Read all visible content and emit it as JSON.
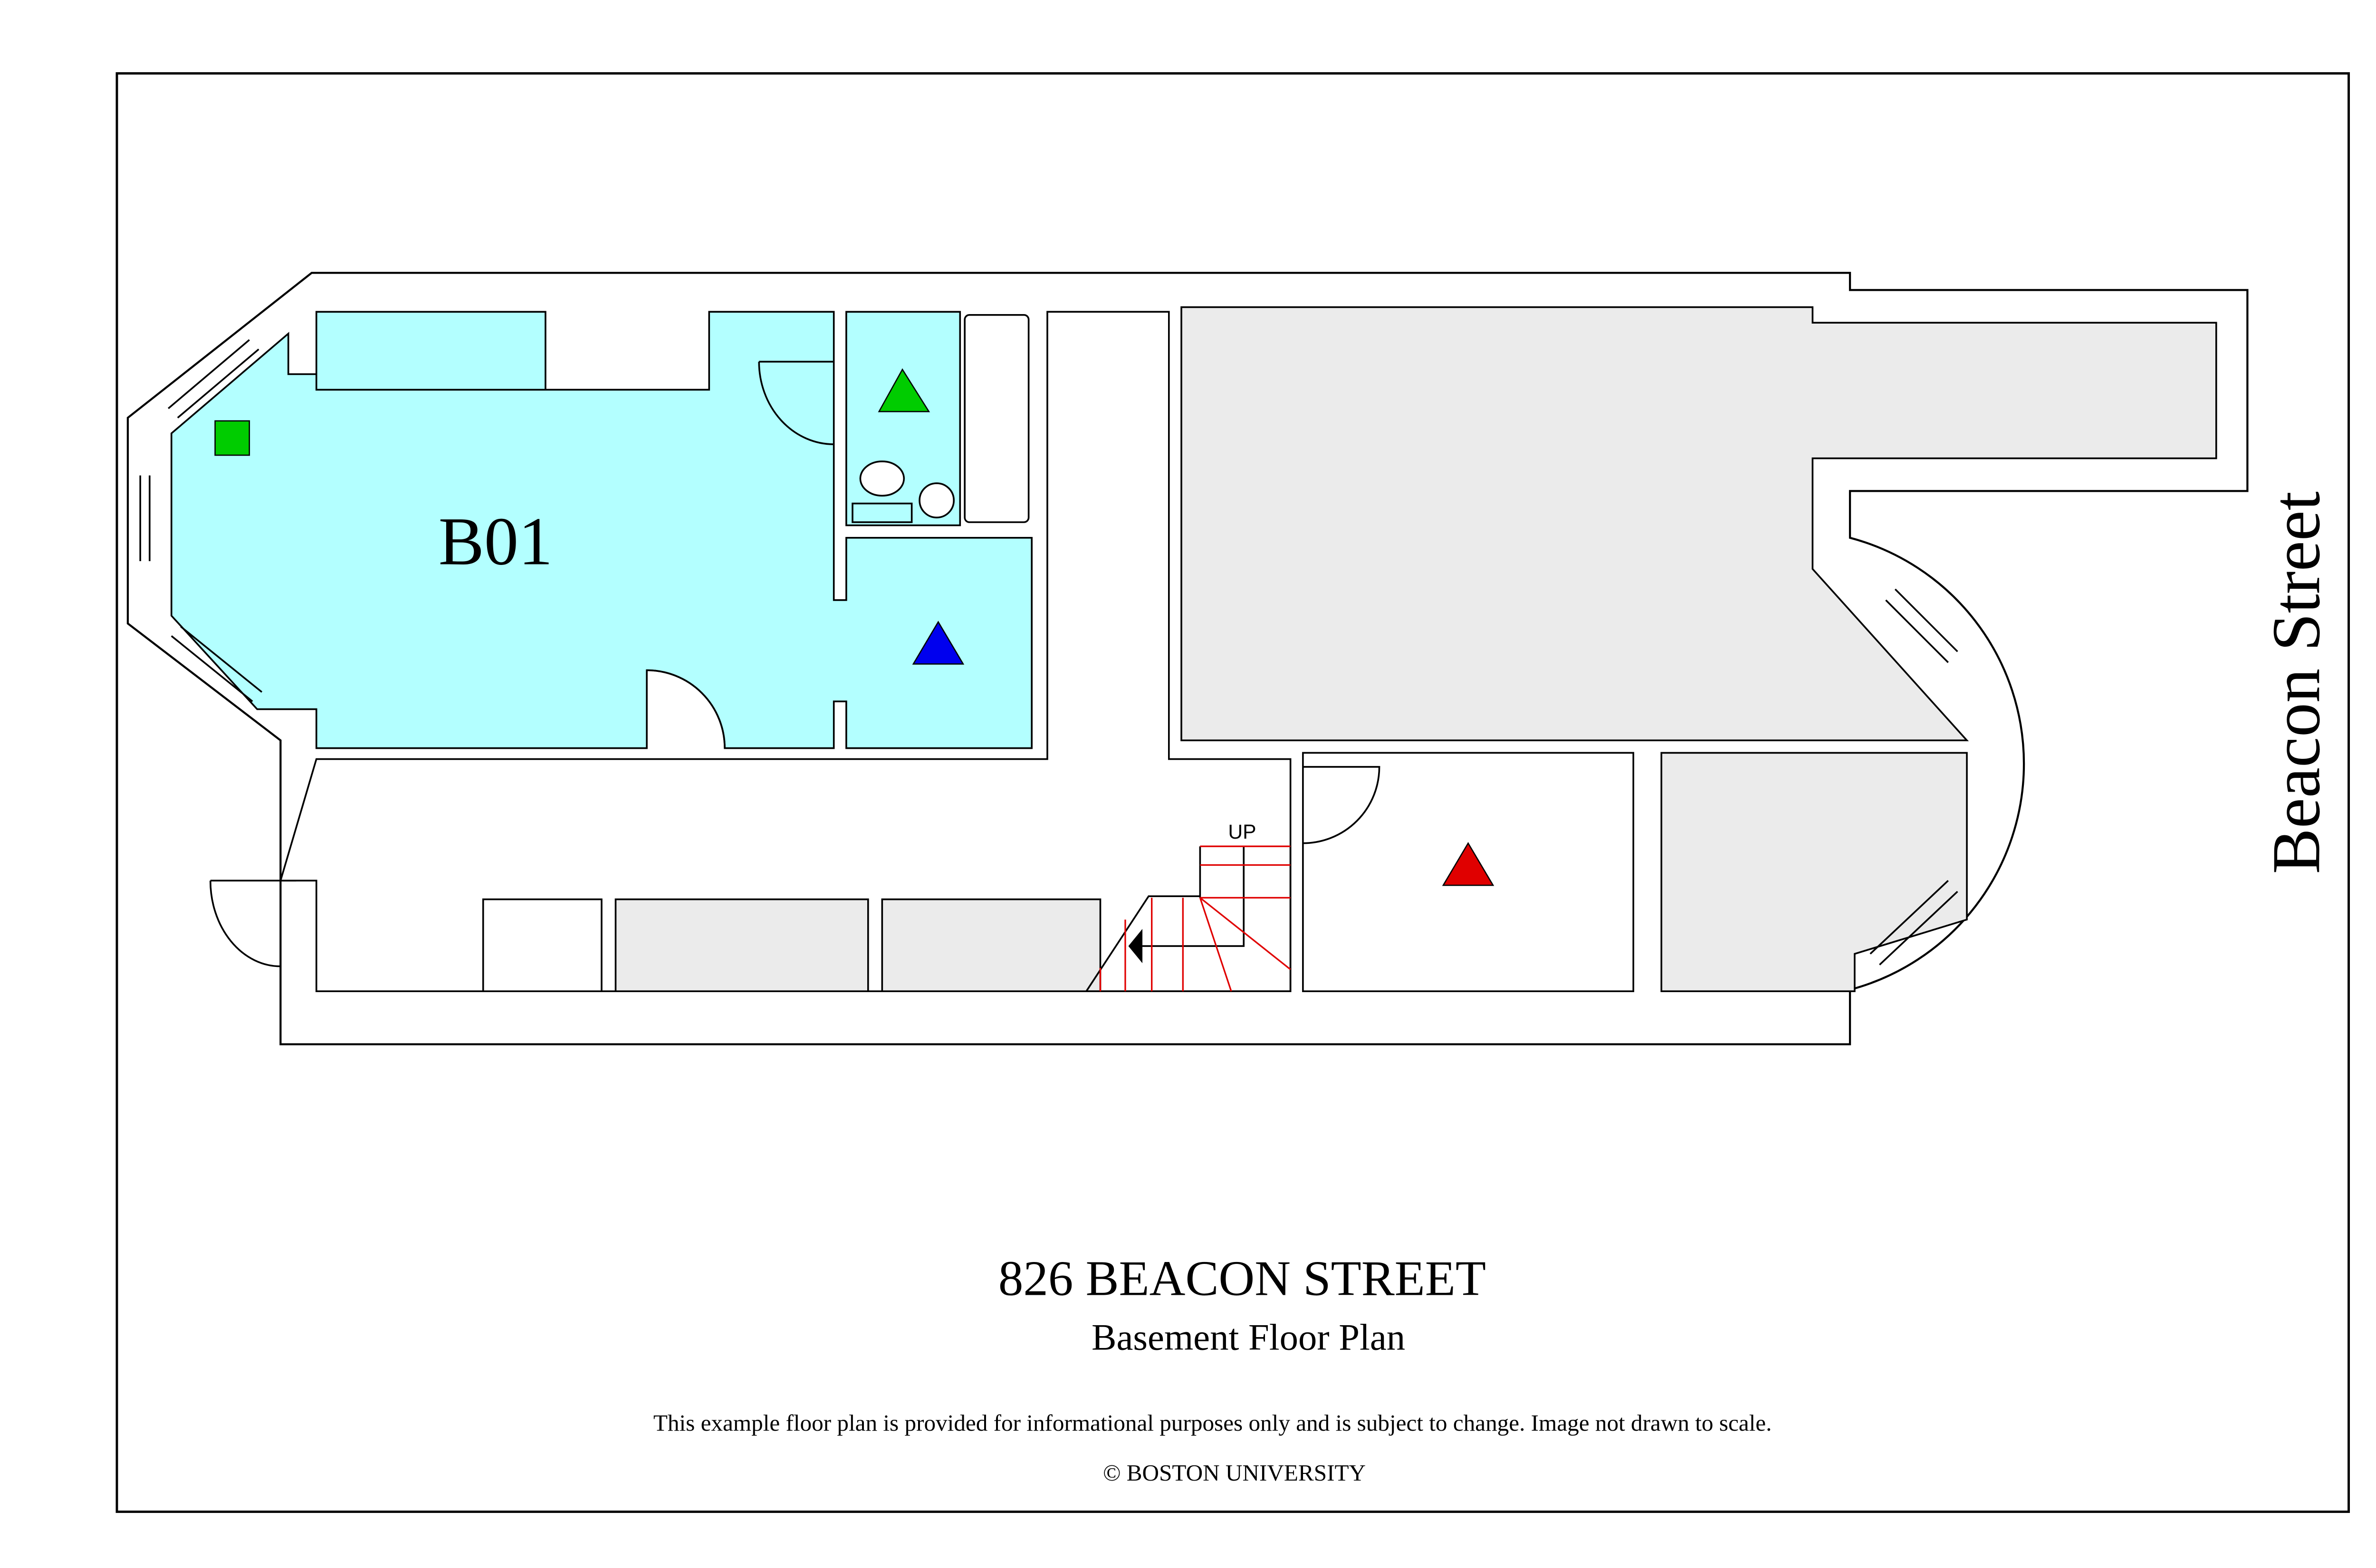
{
  "plan": {
    "room_label": "B01",
    "street_label": "Beacon Street",
    "stair_label": "UP"
  },
  "footer": {
    "title": "826 BEACON STREET",
    "subtitle": "Basement Floor Plan",
    "disclaimer": "This example floor plan is provided for informational purposes only and is subject to change. Image not drawn to scale.",
    "copyright": "© BOSTON UNIVERSITY"
  },
  "colors": {
    "room_highlight": "#b3ffff",
    "other_rooms": "#ebebeb",
    "stairs": "#e00000",
    "marker_green": "#00cc00",
    "marker_blue": "#0000ee",
    "marker_red": "#e00000"
  }
}
